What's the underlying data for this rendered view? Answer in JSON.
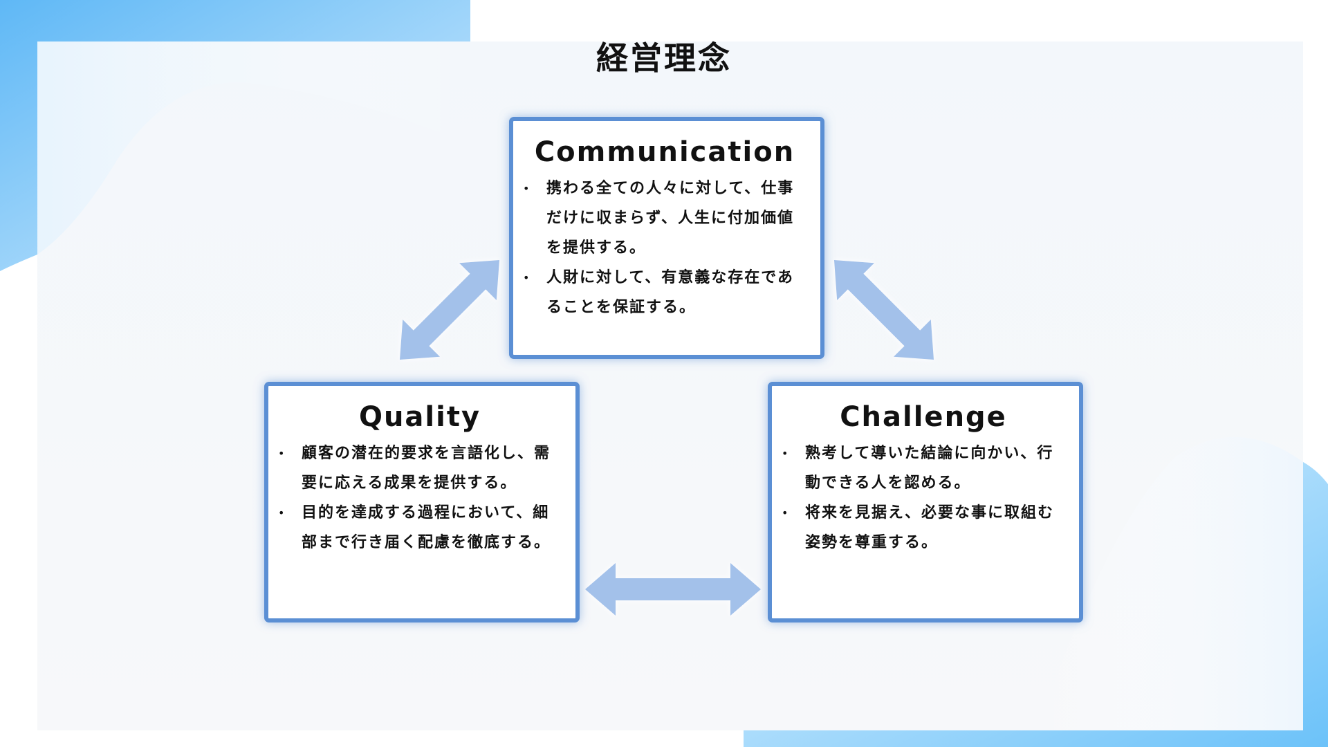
{
  "title": "経営理念",
  "colors": {
    "accent_blue": "#5b8fd4",
    "arrow_blue": "#a3c1ea",
    "corner_blue": "#6fc0f8"
  },
  "cards": {
    "communication": {
      "title": "Communication",
      "bullets": [
        "携わる全ての人々に対して、仕事だけに収まらず、人生に付加価値を提供する。",
        "人財に対して、有意義な存在であることを保証する。"
      ]
    },
    "quality": {
      "title": "Quality",
      "bullets": [
        "顧客の潜在的要求を言語化し、需要に応える成果を提供する。",
        "目的を達成する過程において、細部まで行き届く配慮を徹底する。"
      ]
    },
    "challenge": {
      "title": "Challenge",
      "bullets": [
        "熟考して導いた結論に向かい、行動できる人を認める。",
        "将来を見据え、必要な事に取組む姿勢を尊重する。"
      ]
    }
  },
  "arrows": [
    {
      "from": "quality",
      "to": "communication",
      "style": "double-headed"
    },
    {
      "from": "communication",
      "to": "challenge",
      "style": "double-headed"
    },
    {
      "from": "quality",
      "to": "challenge",
      "style": "double-headed"
    }
  ]
}
